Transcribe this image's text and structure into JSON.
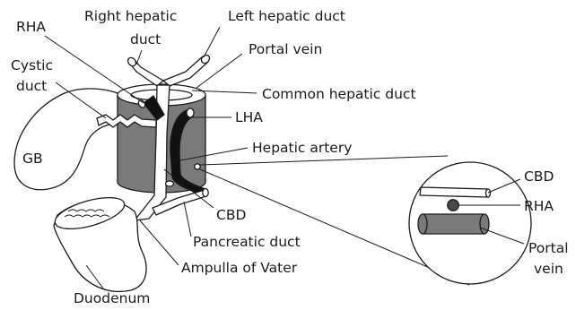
{
  "labels": {
    "rha_main": "RHA",
    "right_hepatic_duct_line1": "Right hepatic",
    "right_hepatic_duct_line2": "duct",
    "left_hepatic_duct": "Left hepatic duct",
    "portal_vein_main": "Portal vein",
    "cystic_duct_line1": "Cystic",
    "cystic_duct_line2": "duct",
    "common_hepatic_duct": "Common hepatic duct",
    "lha": "LHA",
    "gb": "GB",
    "hepatic_artery": "Hepatic artery",
    "cbd_main": "CBD",
    "pancreatic_duct": "Pancreatic duct",
    "ampulla_of_vater": "Ampulla of Vater",
    "duodenum": "Duodenum",
    "inset_cbd": "CBD",
    "inset_rha": "RHA",
    "inset_portal_vein_line1": "Portal",
    "inset_portal_vein_line2": "vein"
  },
  "colors": {
    "outline": "#1a1a1a",
    "portal_vein_fill": "#7a7a7a",
    "artery_fill": "#111111",
    "duct_fill": "#ffffff"
  }
}
